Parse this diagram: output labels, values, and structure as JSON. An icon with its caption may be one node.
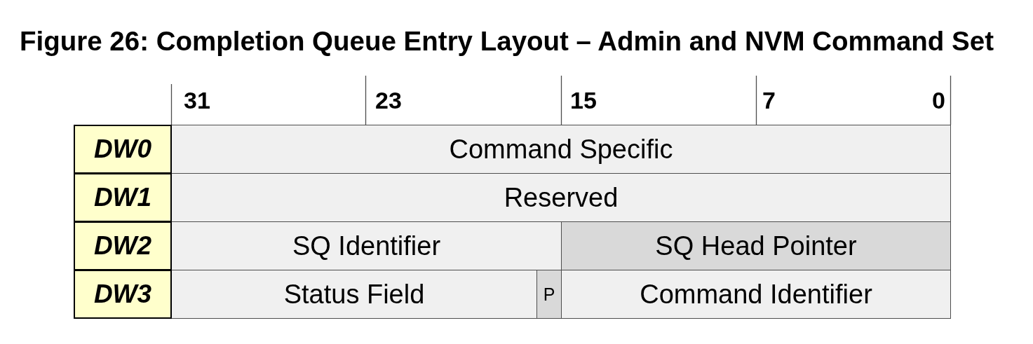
{
  "diagram": {
    "title": "Figure 26: Completion Queue Entry Layout – Admin and NVM Command Set",
    "nodes": [
      {
        "text": [
          "DW0"
        ]
      },
      {
        "text": [
          "Command Specific"
        ]
      },
      {
        "text": [
          "DW1"
        ]
      },
      {
        "text": [
          "Reserved"
        ]
      },
      {
        "text": [
          "DW2"
        ]
      },
      {
        "text": [
          "SQ Identifier"
        ]
      },
      {
        "text": [
          "SQ Head Pointer"
        ]
      },
      {
        "text": [
          "DW3"
        ]
      },
      {
        "text": [
          "Status Field"
        ]
      },
      {
        "text": [
          "P"
        ]
      },
      {
        "text": [
          "Command Identifier"
        ]
      }
    ],
    "edges": [],
    "labels": [
      "31",
      "23",
      "15",
      "7",
      "0"
    ]
  }
}
